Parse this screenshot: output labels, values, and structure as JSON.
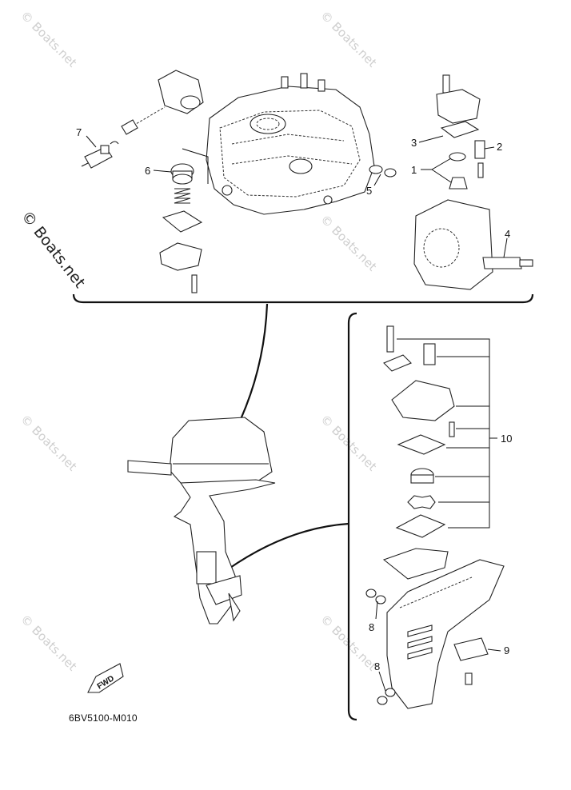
{
  "watermark": {
    "text": "© Boats.net"
  },
  "callouts": {
    "c1": "1",
    "c2": "2",
    "c3": "3",
    "c4": "4",
    "c5": "5",
    "c6": "6",
    "c7": "7",
    "c8a": "8",
    "c8b": "8",
    "c9": "9",
    "c10": "10"
  },
  "direction_label": "FWD",
  "diagram_code": "6BV5100-M010"
}
